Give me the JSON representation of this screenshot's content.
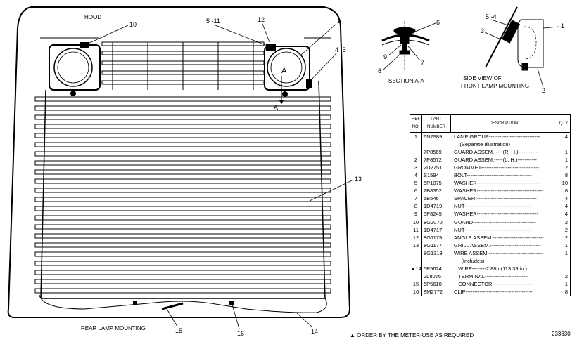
{
  "labels": {
    "hood": "HOOD",
    "section": "SECTION A-A",
    "side_view": "SIDE VIEW OF",
    "side_view_2": "FRONT LAMP MOUNTING",
    "rear_lamp": "REAR LAMP MOUNTING",
    "section_mark_a1": "A",
    "section_mark_a2": "A",
    "note": "▲ ORDER BY THE METER-USE AS REQUIRED",
    "drawing_no": "233630"
  },
  "callouts": {
    "c10": "10",
    "c5_11": "5 -11",
    "c12": "12",
    "c1a": "1",
    "c4_5": "4 -5",
    "c13": "13",
    "c14": "14",
    "c15": "15",
    "c16": "16",
    "c6": "6",
    "c7": "7",
    "c8": "8",
    "c9": "9",
    "c5_4": "5 -4",
    "c3": "3",
    "c1b": "1",
    "c2": "2"
  },
  "table": {
    "headers": {
      "ref": "REF NO.",
      "part": "PART NUMBER",
      "desc": "DESCRIPTION",
      "qty": "QTY"
    },
    "rows": [
      {
        "ref": "1",
        "part": "6N7989",
        "desc": "LAMP GROUP-----------------------------",
        "qty": "4"
      },
      {
        "ref": "",
        "part": "",
        "desc": "    (Separate Illustration)",
        "qty": ""
      },
      {
        "ref": "",
        "part": "7P8569",
        "desc": "GUARD ASSEM.-----(R. H.)-----------",
        "qty": "1"
      },
      {
        "ref": "2",
        "part": "7P8572",
        "desc": "GUARD ASSEM.-----(L. H.)-----------",
        "qty": "1"
      },
      {
        "ref": "3",
        "part": "2D2751",
        "desc": "GROMMET---------------------------------",
        "qty": "2"
      },
      {
        "ref": "4",
        "part": "S1594",
        "desc": "BOLT-------------------------------------",
        "qty": "8"
      },
      {
        "ref": "5",
        "part": "5P1075",
        "desc": "WASHER------------------------------------",
        "qty": "10"
      },
      {
        "ref": "6",
        "part": "2B8352",
        "desc": "WASHER--------------------------------------",
        "qty": "8"
      },
      {
        "ref": "7",
        "part": "5B546",
        "desc": "SPACER-----------------------------------",
        "qty": "4"
      },
      {
        "ref": "8",
        "part": "1D4719",
        "desc": "NUT--------------------------------------",
        "qty": "4"
      },
      {
        "ref": "9",
        "part": "5P8245",
        "desc": "WASHER-----------------------------------",
        "qty": "4"
      },
      {
        "ref": "10",
        "part": "8G2070",
        "desc": "GUARD------------------------------------",
        "qty": "2"
      },
      {
        "ref": "11",
        "part": "1D4717",
        "desc": "NUT--------------------------------------",
        "qty": "2"
      },
      {
        "ref": "12",
        "part": "8G1179",
        "desc": "ANGLE ASSEM.-----------------------------",
        "qty": "2"
      },
      {
        "ref": "13",
        "part": "8G1177",
        "desc": "GRILL ASSEM.-----------------------------",
        "qty": "1"
      },
      {
        "ref": "",
        "part": "8G1313",
        "desc": "WIRE ASSEM.-------------------------------",
        "qty": "1"
      },
      {
        "ref": "",
        "part": "",
        "desc": "     (Includes)",
        "qty": ""
      },
      {
        "ref": "▲14",
        "part": "5P5624",
        "desc": "   WIRE--------2.88m(113.39 in.)",
        "qty": ""
      },
      {
        "ref": "",
        "part": "2L8075",
        "desc": "   TERMINAL-------------------------",
        "qty": "2"
      },
      {
        "ref": "15",
        "part": "5P5610",
        "desc": "   CONNECTOR-----------------------",
        "qty": "1"
      },
      {
        "ref": "16",
        "part": "8M2772",
        "desc": "CLIP--------------------------------------",
        "qty": "8"
      }
    ]
  }
}
